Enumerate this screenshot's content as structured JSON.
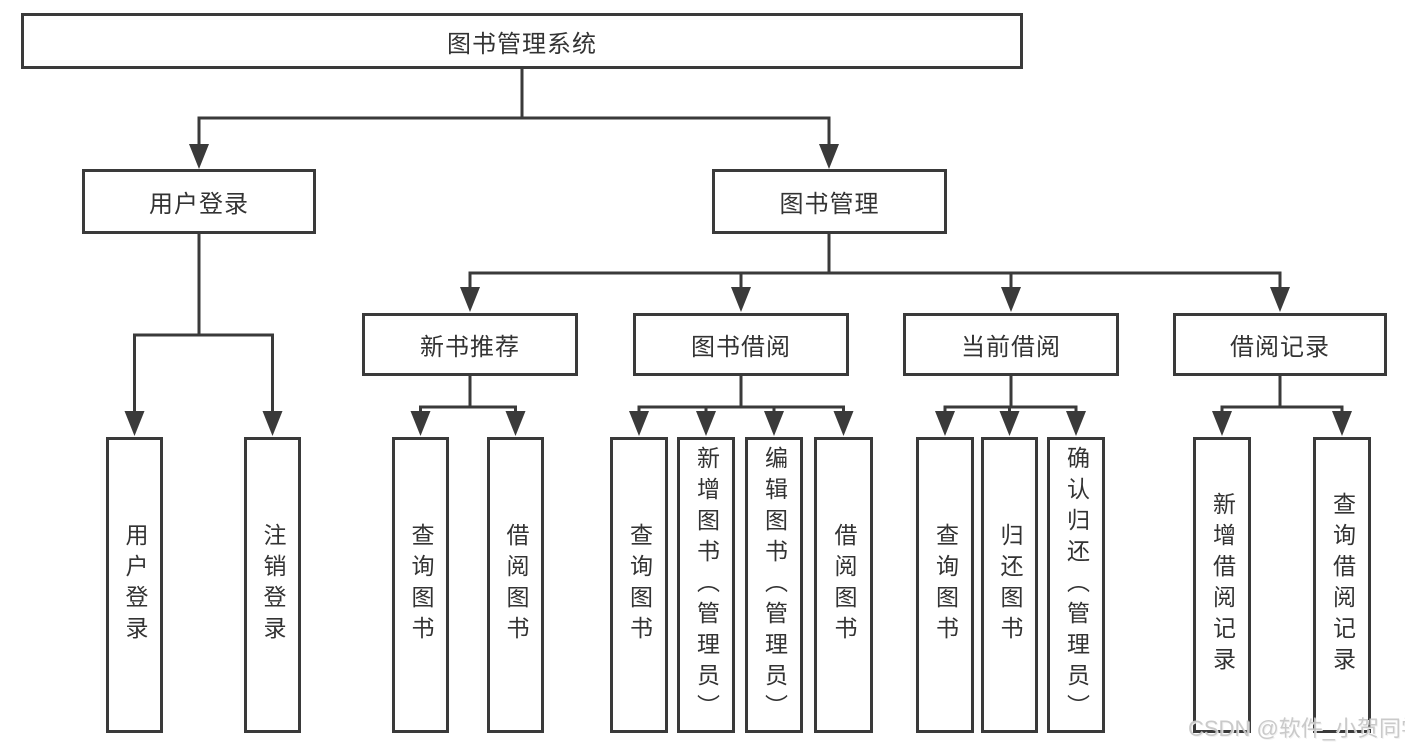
{
  "diagram": {
    "root": {
      "label": "图书管理系统"
    },
    "branches": [
      {
        "label": "用户登录",
        "children": [
          "用户登录",
          "注销登录"
        ]
      },
      {
        "label": "图书管理",
        "sections": [
          {
            "label": "新书推荐",
            "children": [
              "查询图书",
              "借阅图书"
            ]
          },
          {
            "label": "图书借阅",
            "children": [
              "查询图书",
              "新增图书（管理员）",
              "编辑图书（管理员）",
              "借阅图书"
            ]
          },
          {
            "label": "当前借阅",
            "children": [
              "查询图书",
              "归还图书",
              "确认归还（管理员）"
            ]
          },
          {
            "label": "借阅记录",
            "children": [
              "新增借阅记录",
              "查询借阅记录"
            ]
          }
        ]
      }
    ]
  },
  "watermark": {
    "text": "CSDN @软件_小贺同学"
  },
  "colors": {
    "line": "#3a3a3a",
    "text": "#333333",
    "watermark": "#c8c8c8",
    "background": "#ffffff"
  }
}
